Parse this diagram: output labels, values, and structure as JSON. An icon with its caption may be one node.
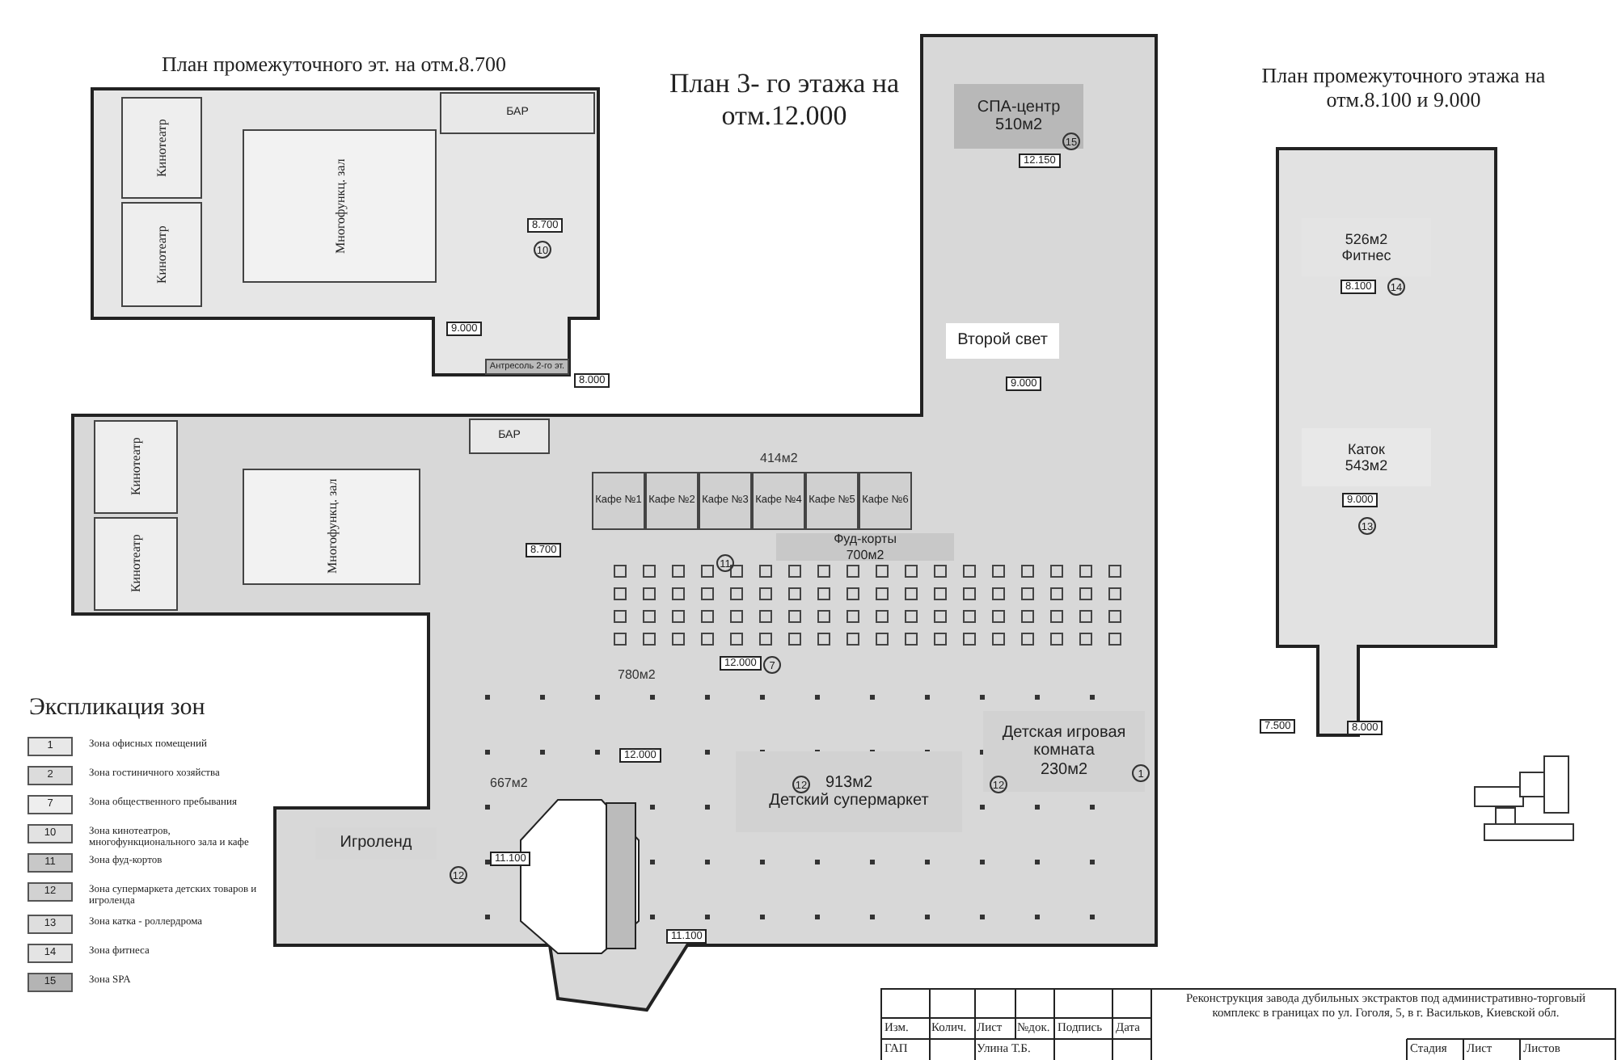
{
  "diagram": {
    "title": "План 3- го этажа на отм.12.000",
    "nodes": [
      {
        "text": [
          "Кинотеатр"
        ]
      },
      {
        "text": [
          "Кинотеатр"
        ]
      },
      {
        "text": [
          "Многофункц. зал"
        ]
      },
      {
        "text": [
          "БАР"
        ]
      },
      {
        "text": [
          "Антресоль 2-го эт."
        ]
      },
      {
        "text": [
          "Кинотеатр"
        ]
      },
      {
        "text": [
          "Кинотеатр"
        ]
      },
      {
        "text": [
          "Многофункц. зал"
        ]
      },
      {
        "text": [
          "БАР"
        ]
      },
      {
        "text": [
          "Кафе №1"
        ]
      },
      {
        "text": [
          "Кафе №2"
        ]
      },
      {
        "text": [
          "Кафе №3"
        ]
      },
      {
        "text": [
          "Кафе №4"
        ]
      },
      {
        "text": [
          "Кафе №5"
        ]
      },
      {
        "text": [
          "Кафе №6"
        ]
      },
      {
        "text": [
          "Фуд-корты",
          "700м2"
        ]
      },
      {
        "text": [
          "913м2",
          "Детский супермаркет"
        ]
      },
      {
        "text": [
          "Детская игровая комната",
          "230м2"
        ]
      },
      {
        "text": [
          "Игроленд"
        ]
      },
      {
        "text": [
          "СПА-центр",
          "510м2"
        ]
      },
      {
        "text": [
          "Второй свет"
        ]
      },
      {
        "text": [
          "526м2",
          "Фитнес"
        ]
      },
      {
        "text": [
          "Каток",
          "543м2"
        ]
      }
    ],
    "labels": [
      "План промежуточного эт. на отм.8.700",
      "План промежуточного этажа на отм.8.100 и 9.000",
      "8.700",
      "10",
      "9.000",
      "8.000",
      "8.700",
      "414м2",
      "11",
      "780м2",
      "12.000",
      "7",
      "12.000",
      "667м2",
      "12",
      "12",
      "11.100",
      "12",
      "11.100",
      "12.150",
      "15",
      "9.000",
      "8.100",
      "14",
      "9.000",
      "13",
      "7.500",
      "8.000",
      "1",
      "Экспликация зон",
      "1",
      "2",
      "7",
      "10",
      "11",
      "12",
      "13",
      "14",
      "15",
      "Реконструкция завода дубильных экстрактов под административно-торговый комплекс в границах по ул. Гоголя, 5, в г. Васильков, Киевской обл.",
      "Изм.",
      "Колич.",
      "Лист",
      "№док.",
      "Подпись",
      "Дата",
      "ГАП",
      "Улина Т.Б.",
      "Стадия",
      "Лист",
      "Листов"
    ],
    "legend": [
      {
        "text": "Зона офисных помещений",
        "color": "#e8e8e8"
      },
      {
        "text": "Зона гостиничного хозяйства",
        "color": "#dcdcdc"
      },
      {
        "text": "Зона общественного пребывания",
        "color": "#eeeeee"
      },
      {
        "text": "Зона кинотеатров, многофункционального зала и кафе",
        "color": "#e2e2e2"
      },
      {
        "text": "Зона фуд-кортов",
        "color": "#c8c8c8"
      },
      {
        "text": "Зона супермаркета детских товаров и игроленда",
        "color": "#d2d2d2"
      },
      {
        "text": "Зона катка - роллердрома",
        "color": "#dedede"
      },
      {
        "text": "Зона фитнеса",
        "color": "#e4e4e4"
      },
      {
        "text": "Зона SPA",
        "color": "#b4b4b4"
      }
    ]
  }
}
